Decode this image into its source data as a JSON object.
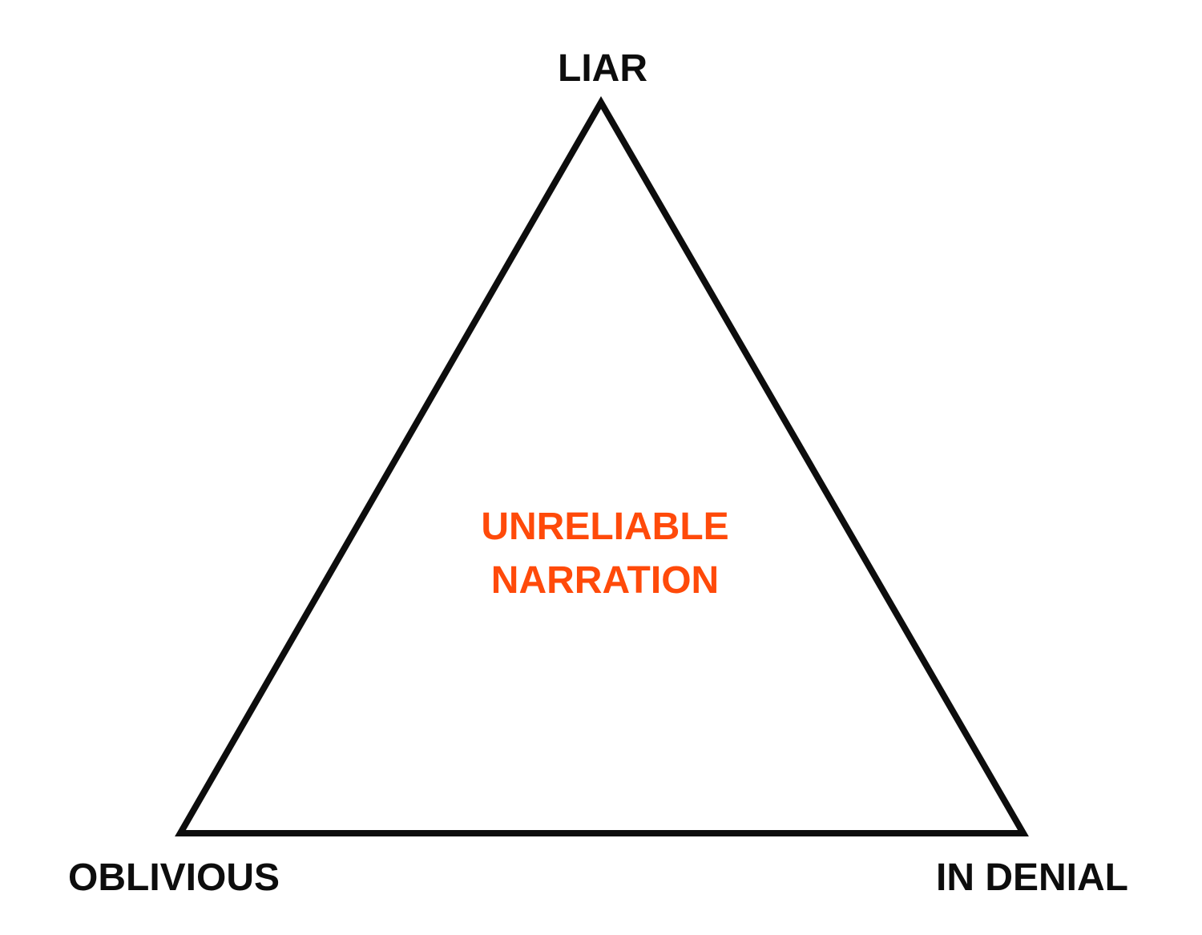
{
  "vertices": {
    "top": "LIAR",
    "bottom_left": "OBLIVIOUS",
    "bottom_right": "IN DENIAL"
  },
  "center": {
    "line1": "UNRELIABLE",
    "line2": "NARRATION"
  },
  "colors": {
    "stroke": "#0d0d0d",
    "accent": "#ff4a0a"
  }
}
